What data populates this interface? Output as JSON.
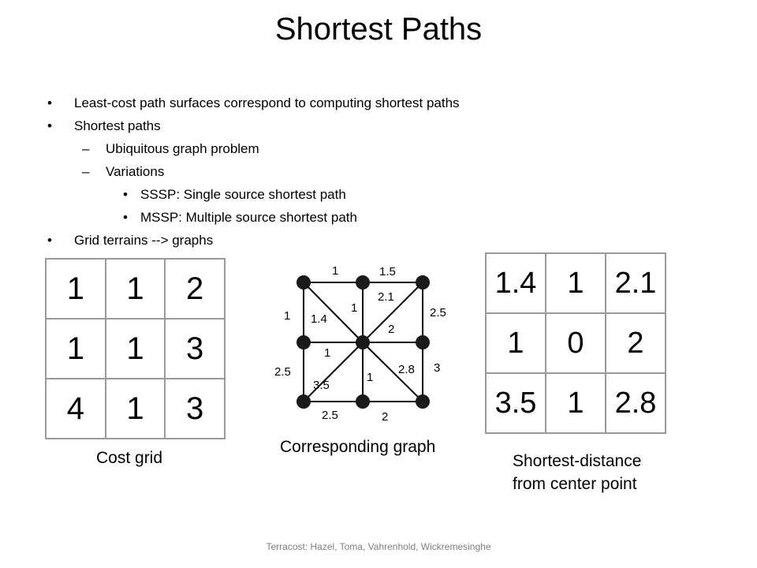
{
  "title": "Shortest Paths",
  "bullets": [
    {
      "marker": "•",
      "text": "Least-cost path surfaces correspond to computing shortest paths"
    },
    {
      "marker": "•",
      "text": "Shortest paths"
    },
    {
      "marker": "–",
      "text": "Ubiquitous graph problem"
    },
    {
      "marker": "–",
      "text": "Variations"
    },
    {
      "marker": "•",
      "text": "SSSP: Single source shortest path"
    },
    {
      "marker": "•",
      "text": "MSSP: Multiple source shortest path"
    },
    {
      "marker": "•",
      "text": "Grid terrains --> graphs"
    }
  ],
  "cost_grid": {
    "cells": [
      "1",
      "1",
      "2",
      "1",
      "1",
      "3",
      "4",
      "1",
      "3"
    ],
    "caption": "Cost grid"
  },
  "graph": {
    "caption": "Corresponding graph",
    "edge_labels": [
      "1",
      "1.5",
      "1",
      "1.4",
      "1",
      "2.1",
      "2.5",
      "2",
      "1",
      "2.5",
      "3.5",
      "1",
      "2.8",
      "3",
      "2.5",
      "2"
    ]
  },
  "distance_grid": {
    "cells": [
      "1.4",
      "1",
      "2.1",
      "1",
      "0",
      "2",
      "3.5",
      "1",
      "2.8"
    ],
    "caption_line1": "Shortest-distance",
    "caption_line2": "from center point"
  },
  "footer": "Terracost: Hazel, Toma, Vahrenhold, Wickremesinghe"
}
